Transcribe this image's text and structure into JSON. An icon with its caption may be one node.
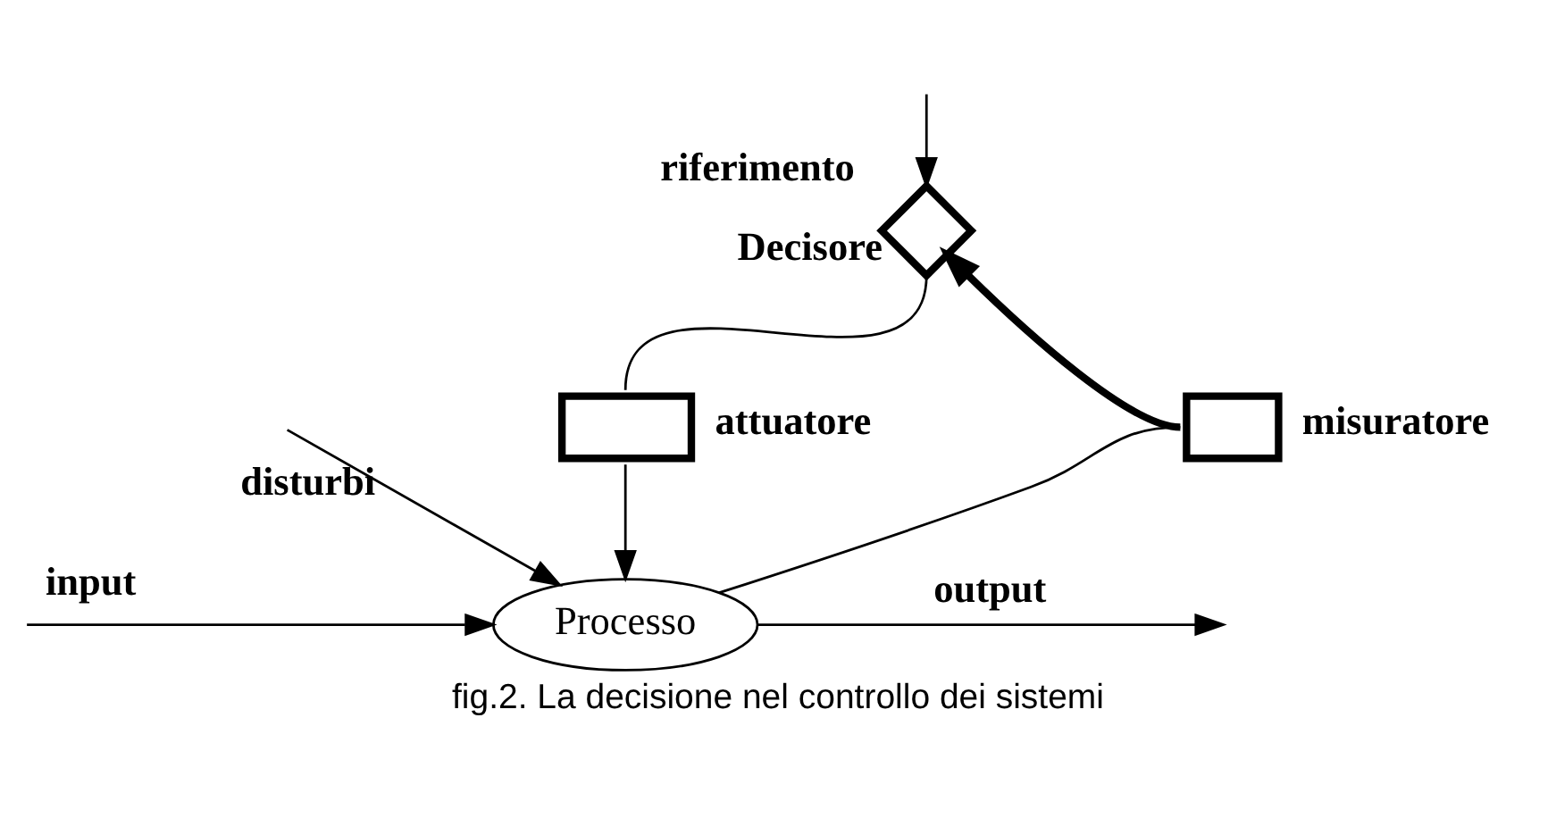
{
  "diagram": {
    "caption": "fig.2. La decisione nel controllo dei sistemi",
    "nodes": [
      {
        "text": [],
        "shape": "diamond",
        "beside": [
          "Decisore"
        ]
      },
      {
        "text": [],
        "shape": "box",
        "beside": [
          "attuatore"
        ]
      },
      {
        "text": [],
        "shape": "box",
        "beside": [
          "misuratore"
        ]
      },
      {
        "text": [
          "Processo"
        ]
      }
    ],
    "edges": [
      {
        "from": null,
        "to": 0,
        "arrow": "to",
        "label": "riferimento"
      },
      {
        "from": 0,
        "to": 1,
        "arrow": "none"
      },
      {
        "from": 1,
        "to": 3,
        "arrow": "to"
      },
      {
        "from": 2,
        "to": 0,
        "arrow": "to",
        "style": "thick"
      },
      {
        "from": 3,
        "to": 2,
        "arrow": "none"
      },
      {
        "from": null,
        "to": 3,
        "arrow": "to",
        "label": "input"
      },
      {
        "from": 3,
        "to": null,
        "arrow": "to",
        "label": "output"
      },
      {
        "from": null,
        "to": 3,
        "arrow": "to",
        "label": "disturbi"
      }
    ]
  }
}
